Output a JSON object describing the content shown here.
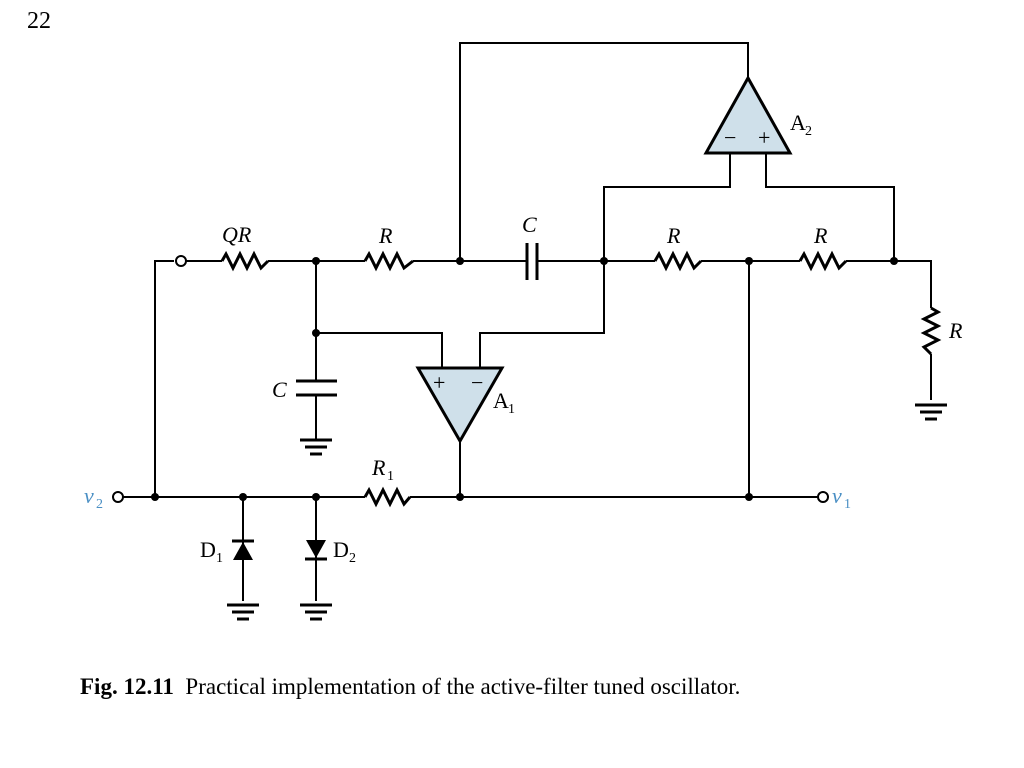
{
  "page_number": "22",
  "caption": {
    "label": "Fig. 12.11",
    "text": "Practical implementation of the active-filter tuned oscillator."
  },
  "components": {
    "qr": "QR",
    "r": "R",
    "c": "C",
    "r1": {
      "base": "R",
      "sub": "1"
    },
    "a1": {
      "base": "A",
      "sub": "1"
    },
    "a2": {
      "base": "A",
      "sub": "2"
    },
    "d1": {
      "base": "D",
      "sub": "1"
    },
    "d2": {
      "base": "D",
      "sub": "2"
    },
    "plus": "+",
    "minus": "−"
  },
  "terminals": {
    "v2": {
      "base": "v",
      "sub": "2"
    },
    "v1": {
      "base": "v",
      "sub": "1"
    }
  },
  "colors": {
    "opamp_fill": "#cfe0ea",
    "terminal_label": "#4a8fc4"
  }
}
